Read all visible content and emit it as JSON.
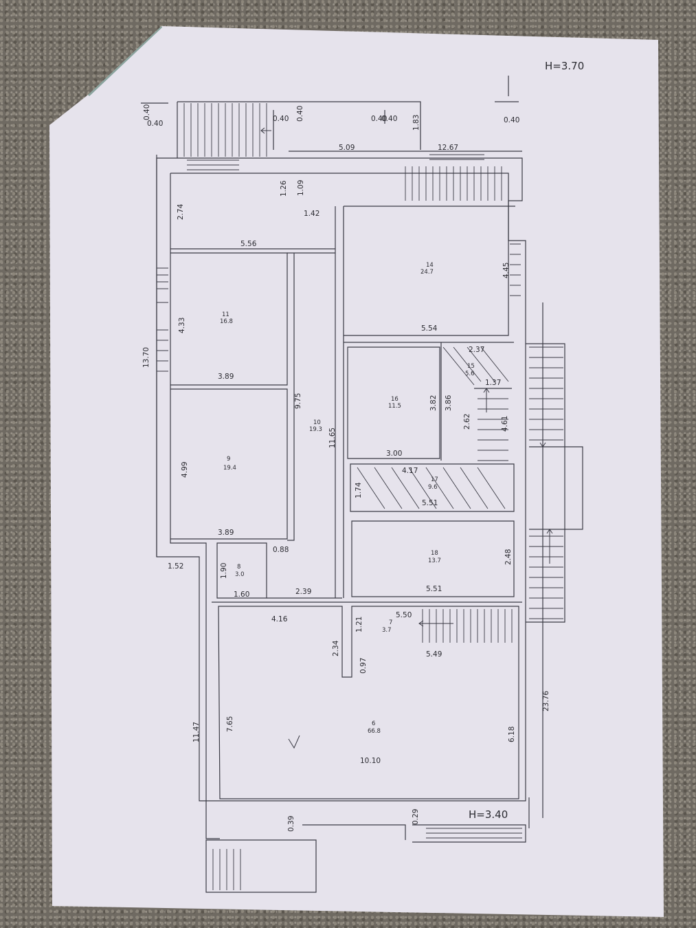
{
  "heights": {
    "top": "H=3.70",
    "bottom": "H=3.40"
  },
  "rooms": [
    {
      "no": "11",
      "area": "16.8"
    },
    {
      "no": "9",
      "area": "19.4"
    },
    {
      "no": "10",
      "area": "19.3"
    },
    {
      "no": "14",
      "area": "24.7"
    },
    {
      "no": "16",
      "area": "11.5"
    },
    {
      "no": "15",
      "area": "5.6"
    },
    {
      "no": "17",
      "area": "9.6"
    },
    {
      "no": "18",
      "area": "13.7"
    },
    {
      "no": "8",
      "area": "3.0"
    },
    {
      "no": "7",
      "area": "3.7"
    },
    {
      "no": "6",
      "area": "66.8"
    }
  ],
  "dims": {
    "d040a": "0.40",
    "d040b": "0.40",
    "d040c": "0.40",
    "d040d": "0.40",
    "d040e": "0.40",
    "d040f": "0.40",
    "d040g": "0.40",
    "d183": "1.83",
    "d509": "5.09",
    "d1267": "12.67",
    "d126": "1.26",
    "d109": "1.09",
    "d142": "1.42",
    "d274": "2.74",
    "d556": "5.56",
    "d445": "4.45",
    "d554": "5.54",
    "d433": "4.33",
    "d1370": "13.70",
    "d389a": "3.89",
    "d389b": "3.89",
    "d975": "9.75",
    "d237": "2.37",
    "d137": "1.37",
    "d382": "3.82",
    "d386": "3.86",
    "d262": "2.62",
    "d461": "4.61",
    "d1165": "11.65",
    "d499": "4.99",
    "d300": "3.00",
    "d417": "4.17",
    "d174": "1.74",
    "d551a": "5.51",
    "d551b": "5.51",
    "d088": "0.88",
    "d152": "1.52",
    "d190": "1.90",
    "d248": "2.48",
    "d160": "1.60",
    "d239": "2.39",
    "d416": "4.16",
    "d121": "1.21",
    "d550": "5.50",
    "d234": "2.34",
    "d097": "0.97",
    "d549": "5.49",
    "d2376": "23.76",
    "d1147": "11.47",
    "d765": "7.65",
    "d618": "6.18",
    "d1010": "10.10",
    "d039": "0.39",
    "d029": "0.29"
  }
}
